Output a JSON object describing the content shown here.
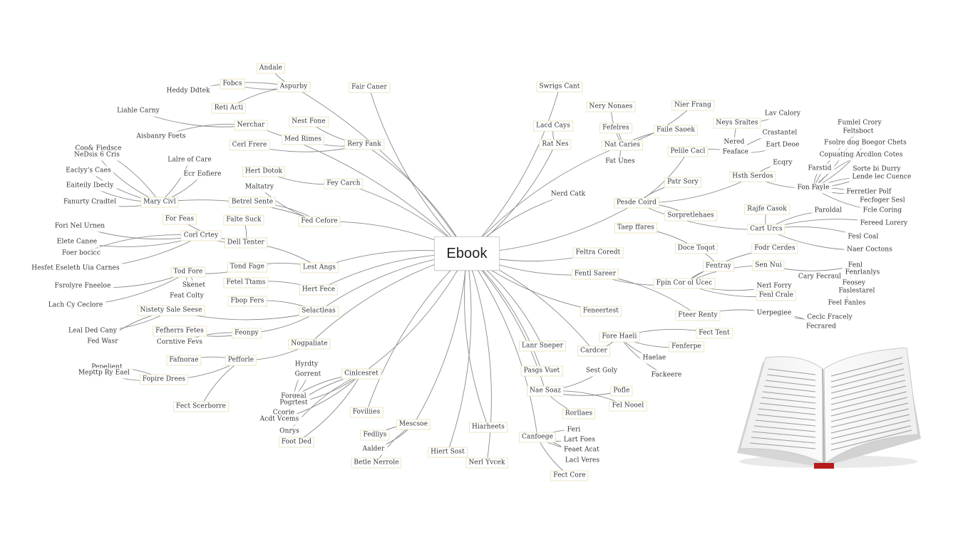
{
  "center": "Ebook",
  "book_icon": "open-book-icon",
  "nodes": [
    {
      "id": "n1",
      "label": "Andale",
      "hub": "n2"
    },
    {
      "id": "n2",
      "label": "Aspurby",
      "hub": "center"
    },
    {
      "id": "n3",
      "label": "Fobcs",
      "hub": "n2"
    },
    {
      "id": "n4",
      "label": "Heddy Ddtek",
      "hub": "n2",
      "plain": true
    },
    {
      "id": "n5",
      "label": "Fair Caner",
      "hub": "center"
    },
    {
      "id": "n6",
      "label": "Reti Acti",
      "hub": "n2"
    },
    {
      "id": "n7",
      "label": "Liahle Carny",
      "hub": "n8",
      "plain": true
    },
    {
      "id": "n8",
      "label": "Nerchar",
      "hub": "center"
    },
    {
      "id": "n9",
      "label": "Nest Fone",
      "hub": "n12"
    },
    {
      "id": "n10",
      "label": "Aisbanry Foets",
      "hub": "n8",
      "plain": true
    },
    {
      "id": "n11",
      "label": "Med Rimes",
      "hub": "n12"
    },
    {
      "id": "n12",
      "label": "Rery Fank",
      "hub": "center"
    },
    {
      "id": "n13",
      "label": "Cerl Frere",
      "hub": "n12"
    },
    {
      "id": "n14",
      "label": "Coo& Fiedsce",
      "hub": "n22",
      "plain": true
    },
    {
      "id": "n15",
      "label": "NeDsis 6 Cris",
      "hub": "n22",
      "plain": true
    },
    {
      "id": "n16",
      "label": "Lalre of Care",
      "hub": "n22",
      "plain": true
    },
    {
      "id": "n17",
      "label": "Hert Dotok",
      "hub": "n18"
    },
    {
      "id": "n18",
      "label": "Fey Carch",
      "hub": "center"
    },
    {
      "id": "n19",
      "label": "Eaclyy's Caes",
      "hub": "n22",
      "plain": true
    },
    {
      "id": "n20",
      "label": "Ecr Eofiere",
      "hub": "n22",
      "plain": true
    },
    {
      "id": "n21",
      "label": "Maltatry",
      "hub": "n24",
      "plain": true
    },
    {
      "id": "n22",
      "label": "Mary Civl",
      "hub": "n24"
    },
    {
      "id": "n23",
      "label": "Eaiteily Ibecly",
      "hub": "n22",
      "plain": true
    },
    {
      "id": "n24",
      "label": "Fed Cefore",
      "hub": "center"
    },
    {
      "id": "n25",
      "label": "Fanurty Cradtel",
      "hub": "n22",
      "plain": true
    },
    {
      "id": "n26",
      "label": "Betrel Sente",
      "hub": "n24"
    },
    {
      "id": "n27",
      "label": "For Feas",
      "hub": "n30"
    },
    {
      "id": "n28",
      "label": "Falte Suck",
      "hub": "n30"
    },
    {
      "id": "n29",
      "label": "Fori Nel Urnen",
      "hub": "n31",
      "plain": true
    },
    {
      "id": "n30",
      "label": "Dell Tenter",
      "hub": "n32"
    },
    {
      "id": "n31",
      "label": "Corl Crtey",
      "hub": "n30"
    },
    {
      "id": "n32",
      "label": "Lest Angs",
      "hub": "center"
    },
    {
      "id": "n33",
      "label": "Elete Canee",
      "hub": "n31",
      "plain": true
    },
    {
      "id": "n34",
      "label": "Foer bocicc",
      "hub": "n31",
      "plain": true
    },
    {
      "id": "n35",
      "label": "Hesfet Eseleth Uia Carnes",
      "hub": "n31",
      "plain": true
    },
    {
      "id": "n36",
      "label": "Tond Fage",
      "hub": "n32"
    },
    {
      "id": "n37",
      "label": "Tod Fore",
      "hub": "n36"
    },
    {
      "id": "n38",
      "label": "Fetel Ttams",
      "hub": "n40"
    },
    {
      "id": "n39",
      "label": "Fsrolyre Fneeloe",
      "hub": "n37",
      "plain": true
    },
    {
      "id": "n40",
      "label": "Hert Fece",
      "hub": "center"
    },
    {
      "id": "n41",
      "label": "Skenet",
      "hub": "n37",
      "plain": true
    },
    {
      "id": "n42",
      "label": "Feat Colty",
      "hub": "n37",
      "plain": true
    },
    {
      "id": "n43",
      "label": "Lach Cy Ceclore",
      "hub": "n37",
      "plain": true
    },
    {
      "id": "n44",
      "label": "Fbop Fers",
      "hub": "n46"
    },
    {
      "id": "n45",
      "label": "Nistety Sale Seese",
      "hub": "n46"
    },
    {
      "id": "n46",
      "label": "Selactleas",
      "hub": "center"
    },
    {
      "id": "n47",
      "label": "Leal Ded Cany",
      "hub": "n45",
      "plain": true
    },
    {
      "id": "n48",
      "label": "Fed Wasr",
      "hub": "n45",
      "plain": true
    },
    {
      "id": "n49",
      "label": "Fefherrs Fetes",
      "hub": "n51"
    },
    {
      "id": "n50",
      "label": "Corntive Fevs",
      "hub": "n51",
      "plain": true
    },
    {
      "id": "n51",
      "label": "Feonpy",
      "hub": "n46"
    },
    {
      "id": "n52",
      "label": "Fafnorae",
      "hub": "n53"
    },
    {
      "id": "n53",
      "label": "Pefforle",
      "hub": "n56"
    },
    {
      "id": "n54",
      "label": "Pepelient",
      "hub": "n55",
      "plain": true
    },
    {
      "id": "n55",
      "label": "Fopire Drees",
      "hub": "n53"
    },
    {
      "id": "n56",
      "label": "Nogpaliate",
      "hub": "center"
    },
    {
      "id": "n57",
      "label": "Mepttp Ry Eael",
      "hub": "n55",
      "plain": true
    },
    {
      "id": "n58",
      "label": "Fect Scerborre",
      "hub": "n53"
    },
    {
      "id": "n59",
      "label": "Hyrdty",
      "hub": "n62",
      "plain": true
    },
    {
      "id": "n60",
      "label": "Gorrent",
      "hub": "n62",
      "plain": true
    },
    {
      "id": "n61",
      "label": "Cinlcesret",
      "hub": "center"
    },
    {
      "id": "n62",
      "label": "Forgeal",
      "hub": "n61",
      "plain": true
    },
    {
      "id": "n63",
      "label": "Pogrtest",
      "hub": "n61",
      "plain": true
    },
    {
      "id": "n64",
      "label": "Ccorie",
      "hub": "n61",
      "plain": true
    },
    {
      "id": "n65",
      "label": "Acdt Vcems",
      "hub": "n61",
      "plain": true
    },
    {
      "id": "n66",
      "label": "Onrys",
      "hub": "n61",
      "plain": true
    },
    {
      "id": "n67",
      "label": "Foot Ded",
      "hub": "n61"
    },
    {
      "id": "n68",
      "label": "Foviliies",
      "hub": "center"
    },
    {
      "id": "n69",
      "label": "Mescsoe",
      "hub": "center"
    },
    {
      "id": "n70",
      "label": "Fedliys",
      "hub": "n69"
    },
    {
      "id": "n71",
      "label": "Aalder",
      "hub": "n69",
      "plain": true
    },
    {
      "id": "n72",
      "label": "Betle Nerrole",
      "hub": "n69"
    },
    {
      "id": "n73",
      "label": "Hiert Sost",
      "hub": "center"
    },
    {
      "id": "n74",
      "label": "Hiarheets",
      "hub": "center"
    },
    {
      "id": "n75",
      "label": "Nerl Yvcek",
      "hub": "center"
    },
    {
      "id": "n76",
      "label": "Swrigs Cant",
      "hub": "center"
    },
    {
      "id": "n77",
      "label": "Nery Nonaes",
      "hub": "n81"
    },
    {
      "id": "n78",
      "label": "Nier Frang",
      "hub": "n81"
    },
    {
      "id": "n79",
      "label": "Lacd Cays",
      "hub": "n82"
    },
    {
      "id": "n80",
      "label": "Fefelres",
      "hub": "n81"
    },
    {
      "id": "n81",
      "label": "Nat Caries",
      "hub": "center"
    },
    {
      "id": "n82",
      "label": "Rat Nes",
      "hub": "center"
    },
    {
      "id": "n83",
      "label": "Faile Saoek",
      "hub": "n81"
    },
    {
      "id": "n84",
      "label": "Fat Unes",
      "hub": "n81",
      "plain": true
    },
    {
      "id": "n85",
      "label": "Nerd Catk",
      "hub": "center",
      "plain": true
    },
    {
      "id": "n86",
      "label": "Lav Calory",
      "hub": "n87",
      "plain": true
    },
    {
      "id": "n87",
      "label": "Neys Sraltes",
      "hub": "n91"
    },
    {
      "id": "n88",
      "label": "Nered",
      "hub": "n91",
      "plain": true
    },
    {
      "id": "n89",
      "label": "Crastantel",
      "hub": "n91",
      "plain": true
    },
    {
      "id": "n90",
      "label": "Eart Deoe",
      "hub": "n91",
      "plain": true
    },
    {
      "id": "n91",
      "label": "Feaface",
      "hub": "n92",
      "plain": true
    },
    {
      "id": "n92",
      "label": "Pelile Cacl",
      "hub": "n96"
    },
    {
      "id": "n93",
      "label": "Ecqry",
      "hub": "n94",
      "plain": true
    },
    {
      "id": "n94",
      "label": "Hsth Serdos",
      "hub": "n96"
    },
    {
      "id": "n95",
      "label": "Patr Sory",
      "hub": "n96"
    },
    {
      "id": "n96",
      "label": "Pesde Coird",
      "hub": "center"
    },
    {
      "id": "n97",
      "label": "Sorpretlehaes",
      "hub": "n96"
    },
    {
      "id": "n98",
      "label": "Fumlel Crory",
      "hub": "n102",
      "plain": true
    },
    {
      "id": "n99",
      "label": "Feltsboct",
      "hub": "n102",
      "plain": true
    },
    {
      "id": "n100",
      "label": "Fsolre dog Boegor Chets",
      "hub": "n102",
      "plain": true
    },
    {
      "id": "n101",
      "label": "Copuating Arcdlon Cotes",
      "hub": "n102",
      "plain": true
    },
    {
      "id": "n102",
      "label": "Fon Fayle",
      "hub": "n94",
      "plain": true
    },
    {
      "id": "n103",
      "label": "Farstid",
      "hub": "n102",
      "plain": true
    },
    {
      "id": "n104",
      "label": "Sorte bi Durry",
      "hub": "n102",
      "plain": true
    },
    {
      "id": "n105",
      "label": "Lende lec Cuence",
      "hub": "n102",
      "plain": true
    },
    {
      "id": "n106",
      "label": "Ferretler Polf",
      "hub": "n102",
      "plain": true
    },
    {
      "id": "n107",
      "label": "Fecfoger Sesl",
      "hub": "n102",
      "plain": true
    },
    {
      "id": "n108",
      "label": "Fcle Coring",
      "hub": "n102",
      "plain": true
    },
    {
      "id": "n109",
      "label": "Rajfe Casok",
      "hub": "n110"
    },
    {
      "id": "n110",
      "label": "Cart Urcs",
      "hub": "n96"
    },
    {
      "id": "n111",
      "label": "Paroldal",
      "hub": "n110",
      "plain": true
    },
    {
      "id": "n112",
      "label": "Taep ffares",
      "hub": "n114"
    },
    {
      "id": "n113",
      "label": "Fereed Lorery",
      "hub": "n110",
      "plain": true
    },
    {
      "id": "n114",
      "label": "Doce Toqot",
      "hub": "n119"
    },
    {
      "id": "n115",
      "label": "Fesl Coal",
      "hub": "n110",
      "plain": true
    },
    {
      "id": "n116",
      "label": "Naer Coctons",
      "hub": "n110",
      "plain": true
    },
    {
      "id": "n117",
      "label": "Fodr Cerdes",
      "hub": "n120"
    },
    {
      "id": "n118",
      "label": "Feltra Coredt",
      "hub": "center"
    },
    {
      "id": "n119",
      "label": "Fentray",
      "hub": "n120"
    },
    {
      "id": "n120",
      "label": "Fpin Cor ol Ucec",
      "hub": "n122"
    },
    {
      "id": "n121",
      "label": "Sen Nui",
      "hub": "n120"
    },
    {
      "id": "n122",
      "label": "Fentl Sareer",
      "hub": "center"
    },
    {
      "id": "n123",
      "label": "Cary Fecraul",
      "hub": "n124",
      "plain": true
    },
    {
      "id": "n124",
      "label": "Fenl",
      "hub": "n121",
      "plain": true
    },
    {
      "id": "n125",
      "label": "Fenrlanlys",
      "hub": "n124",
      "plain": true
    },
    {
      "id": "n126",
      "label": "Nerl Forry",
      "hub": "n120",
      "plain": true
    },
    {
      "id": "n127",
      "label": "Feosey",
      "hub": "n124",
      "plain": true
    },
    {
      "id": "n128",
      "label": "Fenl Crale",
      "hub": "n120"
    },
    {
      "id": "n129",
      "label": "Faslestarel",
      "hub": "n124",
      "plain": true
    },
    {
      "id": "n130",
      "label": "Feel Fanles",
      "hub": "n124",
      "plain": true
    },
    {
      "id": "n131",
      "label": "Fteer Renty",
      "hub": "n122"
    },
    {
      "id": "n132",
      "label": "Feneertest",
      "hub": "center"
    },
    {
      "id": "n133",
      "label": "Uerpegiee",
      "hub": "n131",
      "plain": true
    },
    {
      "id": "n134",
      "label": "Ceclc Fracely",
      "hub": "n133",
      "plain": true
    },
    {
      "id": "n135",
      "label": "Fecrared",
      "hub": "n133",
      "plain": true
    },
    {
      "id": "n136",
      "label": "Fore Haeli",
      "hub": "n141"
    },
    {
      "id": "n137",
      "label": "Fect Tent",
      "hub": "n136"
    },
    {
      "id": "n138",
      "label": "Fenferpe",
      "hub": "n136"
    },
    {
      "id": "n139",
      "label": "Lanr Sneper",
      "hub": "center"
    },
    {
      "id": "n140",
      "label": "Haelae",
      "hub": "n136",
      "plain": true
    },
    {
      "id": "n141",
      "label": "Cardcer",
      "hub": "center"
    },
    {
      "id": "n142",
      "label": "Fackeere",
      "hub": "n136",
      "plain": true
    },
    {
      "id": "n143",
      "label": "Pasgs Vuet",
      "hub": "center"
    },
    {
      "id": "n144",
      "label": "Sest Goly",
      "hub": "n145",
      "plain": true
    },
    {
      "id": "n145",
      "label": "Nae Soaz",
      "hub": "center"
    },
    {
      "id": "n146",
      "label": "Pofle",
      "hub": "n145"
    },
    {
      "id": "n147",
      "label": "Fel Nooel",
      "hub": "n145"
    },
    {
      "id": "n148",
      "label": "Rorllaes",
      "hub": "n145"
    },
    {
      "id": "n149",
      "label": "Feri",
      "hub": "n151",
      "plain": true
    },
    {
      "id": "n150",
      "label": "Lart Foes",
      "hub": "n151",
      "plain": true
    },
    {
      "id": "n151",
      "label": "Canfoege",
      "hub": "center"
    },
    {
      "id": "n152",
      "label": "Feaet Acat",
      "hub": "n151",
      "plain": true
    },
    {
      "id": "n153",
      "label": "Lacl Veres",
      "hub": "n151",
      "plain": true
    },
    {
      "id": "n154",
      "label": "Fect Core",
      "hub": "n151"
    }
  ]
}
